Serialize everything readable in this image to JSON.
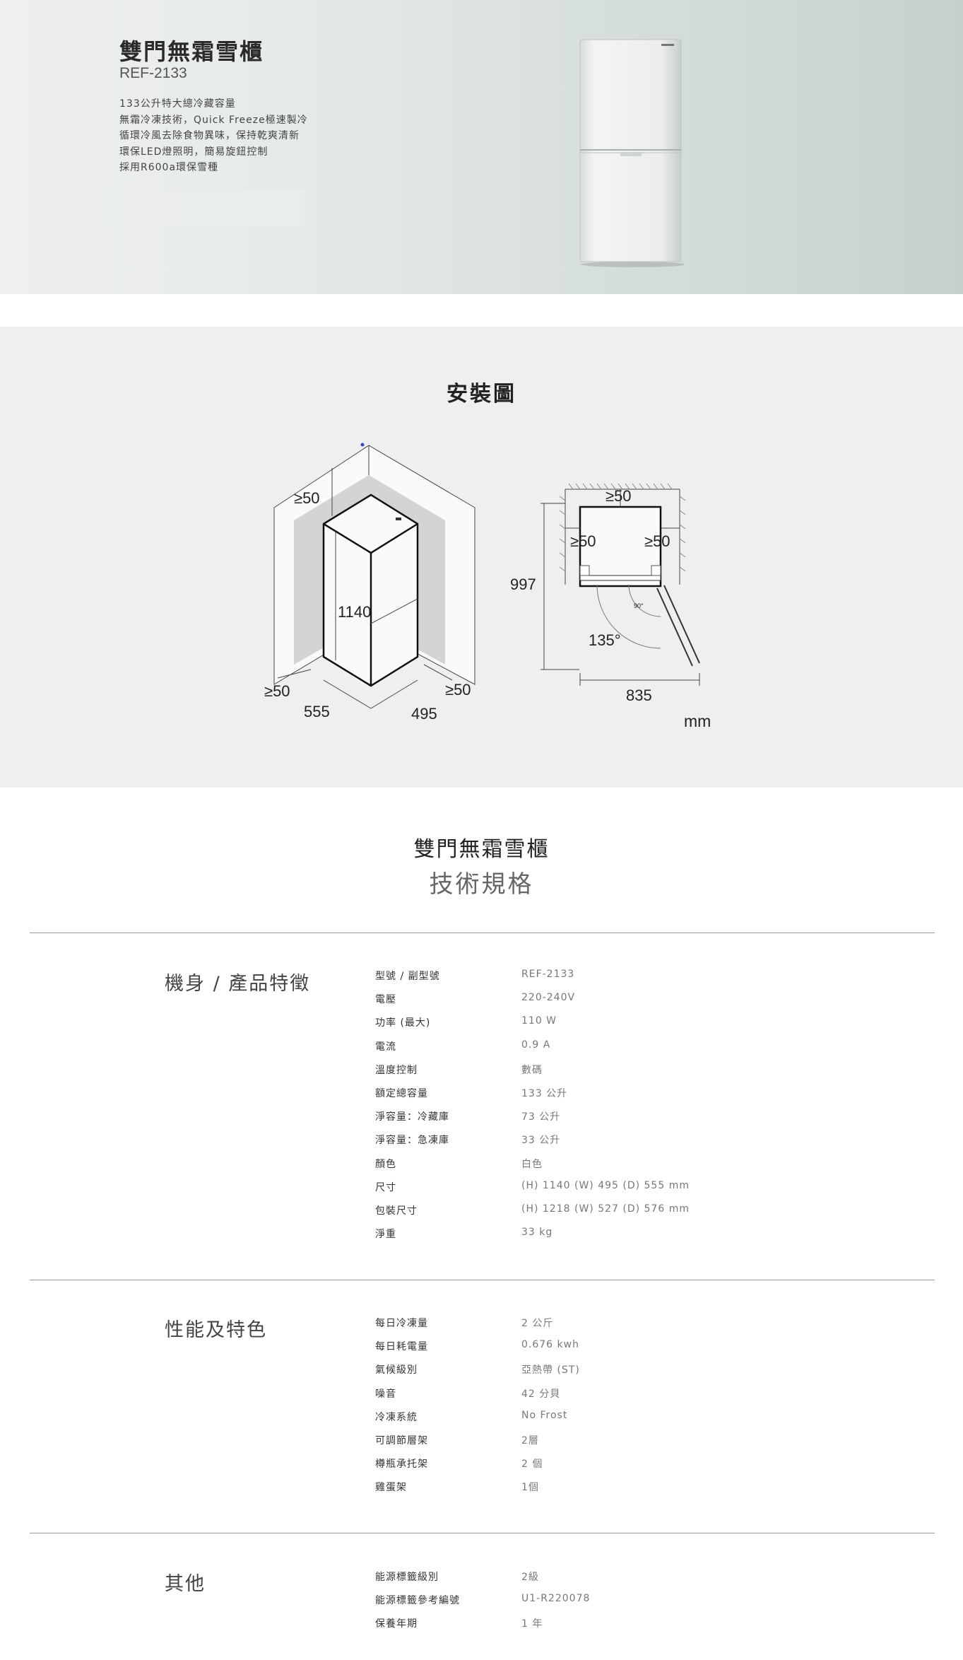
{
  "hero": {
    "title": "雙門無霜雪櫃",
    "model": "REF-2133",
    "features": [
      "133公升特大總冷藏容量",
      "無霜冷凍技術，Quick Freeze極速製冷",
      "循環冷風去除食物異味，保持乾爽清新",
      "環保LED燈照明，簡易旋鈕控制",
      "採用R600a環保雪種"
    ]
  },
  "install": {
    "title": "安裝圖",
    "dims": {
      "top_clearance": "≥50",
      "height": "1140",
      "left_clearance": "≥50",
      "depth": "555",
      "width": "495",
      "right_clearance": "≥50",
      "plan_back": "≥50",
      "plan_left": "≥50",
      "plan_right": "≥50",
      "plan_depth": "997",
      "angle_small": "90°",
      "angle_open": "135°",
      "plan_width": "835"
    },
    "unit": "mm"
  },
  "spec": {
    "title": "雙門無霜雪櫃",
    "subtitle": "技術規格",
    "sections": [
      {
        "title": "機身 / 產品特徵",
        "rows": [
          {
            "label": "型號 / 副型號",
            "value": "REF-2133"
          },
          {
            "label": "電壓",
            "value": "220-240V"
          },
          {
            "label": "功率 (最大)",
            "value": "110 W"
          },
          {
            "label": "電流",
            "value": "0.9 A"
          },
          {
            "label": "溫度控制",
            "value": "數碼"
          },
          {
            "label": "額定總容量",
            "value": "133 公升"
          },
          {
            "label": "淨容量：冷藏庫",
            "value": "73 公升"
          },
          {
            "label": "淨容量：急凍庫",
            "value": "33 公升"
          },
          {
            "label": "顏色",
            "value": "白色"
          },
          {
            "label": "尺寸",
            "value": "(H) 1140 (W) 495 (D) 555 mm"
          },
          {
            "label": "包裝尺寸",
            "value": "(H) 1218 (W) 527 (D) 576 mm"
          },
          {
            "label": "淨重",
            "value": "33 kg"
          }
        ]
      },
      {
        "title": "性能及特色",
        "rows": [
          {
            "label": "每日冷凍量",
            "value": "2 公斤"
          },
          {
            "label": "每日耗電量",
            "value": "0.676 kwh"
          },
          {
            "label": "氣候級別",
            "value": "亞熱帶 (ST)"
          },
          {
            "label": "噪音",
            "value": "42 分貝"
          },
          {
            "label": "冷凍系統",
            "value": "No Frost"
          },
          {
            "label": "可調節層架",
            "value": "2層"
          },
          {
            "label": "樽瓶承托架",
            "value": "2 個"
          },
          {
            "label": "雞蛋架",
            "value": "1個"
          }
        ]
      },
      {
        "title": "其他",
        "rows": [
          {
            "label": "能源標籤級別",
            "value": "2級"
          },
          {
            "label": "能源標籤參考編號",
            "value": "U1-R220078"
          },
          {
            "label": "保養年期",
            "value": "1 年"
          }
        ]
      }
    ]
  }
}
